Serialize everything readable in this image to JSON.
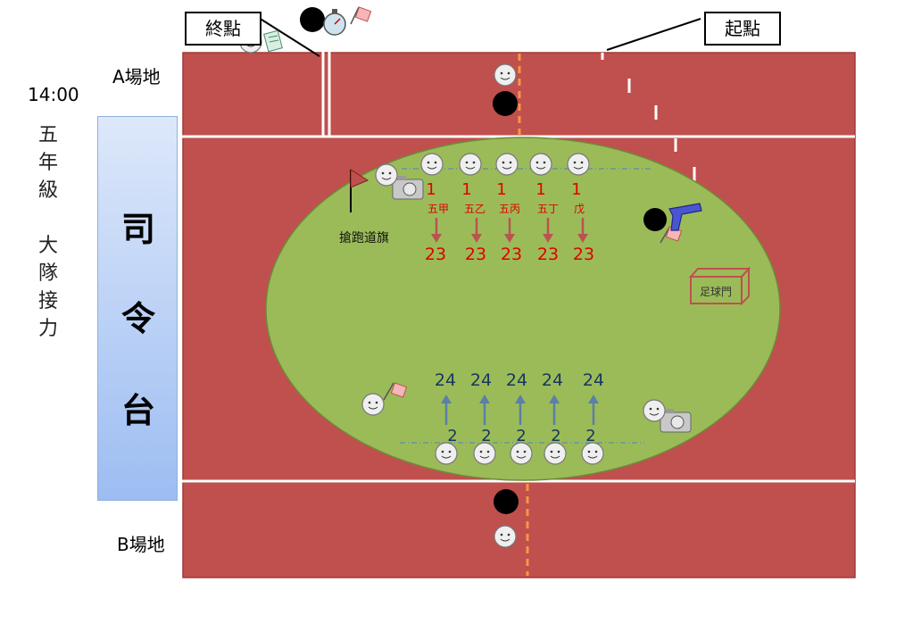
{
  "time": "14:00",
  "side_text_1": [
    "五",
    "年",
    "級"
  ],
  "side_text_2": [
    "大",
    "隊",
    "接",
    "力"
  ],
  "stage_chars": [
    "司",
    "令",
    "台"
  ],
  "field_a_label": "A場地",
  "field_b_label": "B場地",
  "finish_label": "終點",
  "start_label": "起點",
  "flag_label": "搶跑道旗",
  "goal_label": "足球門",
  "top_classes": [
    "五甲",
    "五乙",
    "五丙",
    "五丁",
    "戊"
  ],
  "top_start_numbers": [
    "1",
    "1",
    "1",
    "1",
    "1"
  ],
  "top_end_numbers": [
    "23",
    "23",
    "23",
    "23",
    "23"
  ],
  "bottom_start_numbers": [
    "2",
    "2",
    "2",
    "2",
    "2"
  ],
  "bottom_end_numbers": [
    "24",
    "24",
    "24",
    "24",
    "24"
  ],
  "colors": {
    "track": "#c0504d",
    "field": "#9bbb59",
    "red_text": "#e00000",
    "blue_text": "#17375e",
    "arrow_down": "#b85450",
    "arrow_up": "#5b7fa6",
    "lane_mark": "#f79646"
  }
}
